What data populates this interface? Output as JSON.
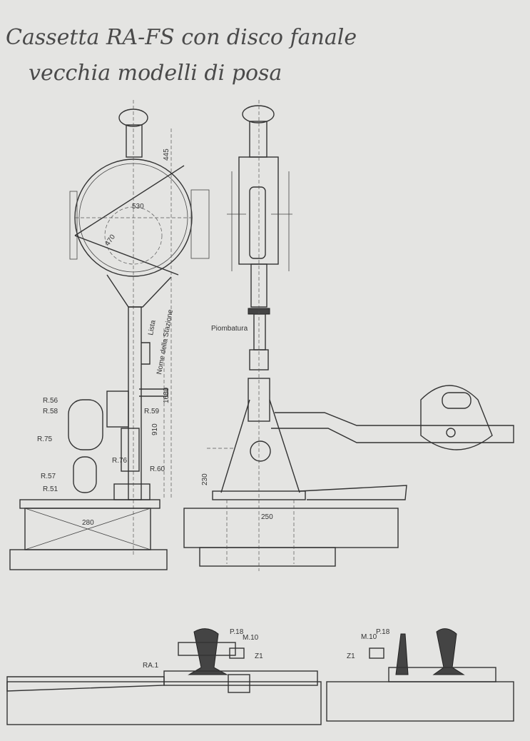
{
  "handwritten_note": {
    "line1": "Cassetta RA-FS con disco fanale",
    "line2": "vecchia modelli di posa"
  },
  "drawing_labels": {
    "dim_445": "445",
    "dim_530": "530",
    "dim_470": "470",
    "lista": "Lista",
    "nome_stazione": "Nome della Stazione",
    "dim_1680": "1680",
    "dim_910": "910",
    "r56": "R.56",
    "r58": "R.58",
    "r75": "R.75",
    "r57": "R.57",
    "r51": "R.51",
    "r59": "R.59",
    "r76": "R.76",
    "r60": "R.60",
    "dim_280": "280",
    "dim_230": "230",
    "dim_250": "250",
    "piombatura": "Piombatura",
    "ra1": "RA.1",
    "p18_left": "P.18",
    "m10_left": "M.10",
    "z1_left": "Z1",
    "m10_right": "M.10",
    "p18_right": "P.18",
    "z1_right": "Z1"
  },
  "colors": {
    "paper": "#e4e4e2",
    "ink": "#333333"
  }
}
